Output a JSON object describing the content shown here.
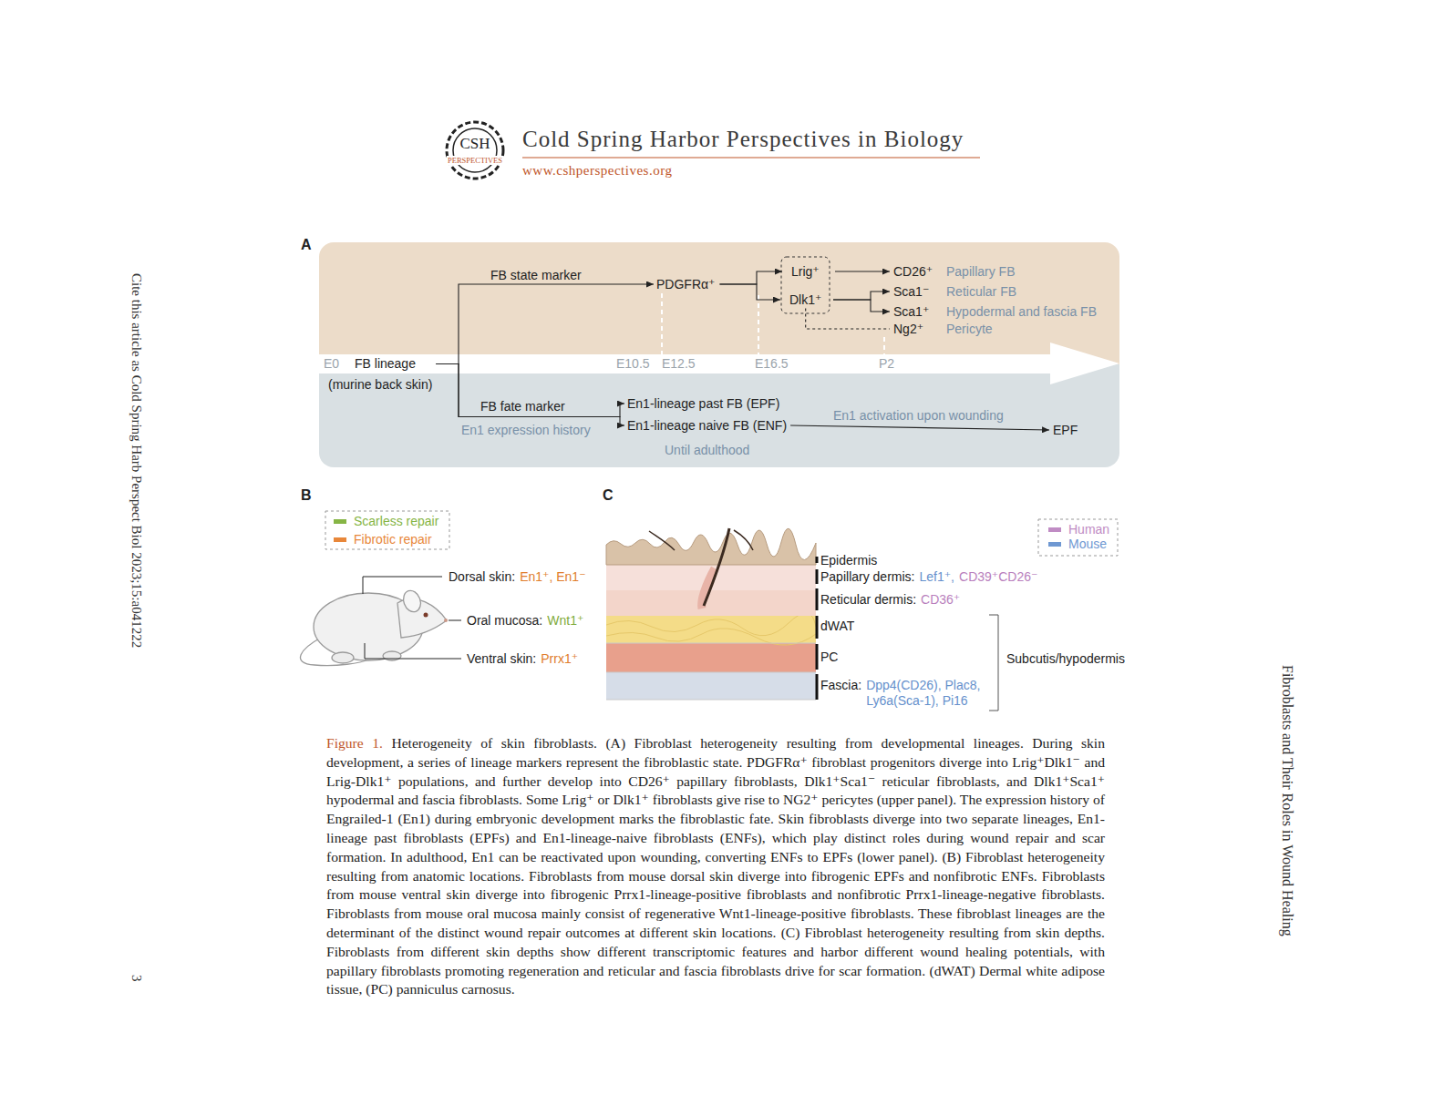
{
  "diagram": {
    "caption": "Figure 1. Heterogeneity of skin fibroblasts. (A) Fibroblast heterogeneity resulting from developmental lineages. During skin development, a series of lineage markers represent the fibroblastic state. PDGFRα⁺ fibroblast progenitors diverge into Lrig⁺Dlk1⁻ and Lrig-Dlk1⁺ populations, and further develop into CD26⁺ papillary fibroblasts, Dlk1⁺Sca1⁻ reticular fibroblasts, and Dlk1⁺Sca1⁺ hypodermal and fascia fibroblasts. Some Lrig⁺ or Dlk1⁺ fibroblasts give rise to NG2⁺ pericytes (upper panel). The expression history of Engrailed-1 (En1) during embryonic development marks the fibroblastic fate. Skin fibroblasts diverge into two separate lineages, En1-lineage past fibroblasts (EPFs) and En1-lineage-naive fibroblasts (ENFs), which play distinct roles during wound repair and scar formation. In adulthood, En1 can be reactivated upon wounding, converting ENFs to EPFs (lower panel). (B) Fibroblast heterogeneity resulting from anatomic locations. Fibroblasts from mouse dorsal skin diverge into fibrogenic EPFs and nonfibrotic ENFs. Fibroblasts from mouse ventral skin diverge into fibrogenic Prrx1-lineage-positive fibroblasts and nonfibrotic Prrx1-lineage-negative fibroblasts. Fibroblasts from mouse oral mucosa mainly consist of regenerative Wnt1-lineage-positive fibroblasts. These fibroblast lineages are the determinant of the distinct wound repair outcomes at different skin locations. (C) Fibroblast heterogeneity resulting from skin depths. Fibroblasts from different skin depths show different transcriptomic features and harbor different wound healing potentials, with papillary fibroblasts promoting regeneration and reticular and fascia fibroblasts drive for scar formation. (dWAT) Dermal white adipose tissue, (PC) panniculus carnosus.",
    "nodes": [
      {
        "text": [
          "FB lineage",
          "(murine back skin)"
        ]
      },
      {
        "text": [
          "PDGFRα⁺"
        ]
      },
      {
        "text": [
          "Lrig⁺"
        ]
      },
      {
        "text": [
          "Dlk1⁺"
        ]
      },
      {
        "text": [
          "CD26⁺",
          "Papillary FB"
        ]
      },
      {
        "text": [
          "Sca1⁻",
          "Reticular FB"
        ]
      },
      {
        "text": [
          "Sca1⁺",
          "Hypodermal and fascia FB"
        ]
      },
      {
        "text": [
          "Ng2⁺",
          "Pericyte"
        ]
      },
      {
        "text": [
          "En1-lineage past FB (EPF)"
        ]
      },
      {
        "text": [
          "En1-lineage naive FB (ENF)"
        ]
      },
      {
        "text": [
          "EPF"
        ]
      }
    ],
    "edges": [
      {
        "from": 0,
        "to": 1,
        "arrow": "to",
        "label": "FB state marker"
      },
      {
        "from": 1,
        "to": 2,
        "arrow": "to"
      },
      {
        "from": 1,
        "to": 3,
        "arrow": "to"
      },
      {
        "from": 2,
        "to": 4,
        "arrow": "to"
      },
      {
        "from": 3,
        "to": 5,
        "arrow": "to"
      },
      {
        "from": 3,
        "to": 6,
        "arrow": "to"
      },
      {
        "from": 3,
        "to": 7,
        "arrow": "none"
      },
      {
        "from": 0,
        "to": 8,
        "arrow": "to",
        "label": "FB fate marker"
      },
      {
        "from": 0,
        "to": 9,
        "arrow": "to"
      },
      {
        "from": 9,
        "to": 10,
        "arrow": "to",
        "label": "En1 activation upon wounding"
      }
    ],
    "labels": [
      "Cold Spring Harbor Perspectives in Biology",
      "www.cshperspectives.org",
      "CSH",
      "PERSPECTIVES",
      "Cite this article as Cold Spring Harb Perspect Biol 2023;15:a041222",
      "3",
      "Fibroblasts and Their Roles in Wound Healing",
      "A",
      "E0",
      "E10.5",
      "E12.5",
      "E16.5",
      "P2",
      "En1 expression history",
      "Until adulthood",
      "B",
      "Dorsal skin:",
      "En1⁺, En1⁻",
      "Oral mucosa:",
      "Wnt1⁺",
      "Ventral skin:",
      "Prrx1⁺",
      "C",
      "Epidermis",
      "Papillary dermis:",
      "Lef1⁺,",
      "CD39⁺CD26⁻",
      "Reticular dermis:",
      "CD36⁺",
      "dWAT",
      "PC",
      "Fascia:",
      "Dpp4(CD26), Plac8, Ly6a(Sca-1), Pi16",
      "Subcutis/hypodermis"
    ],
    "legend": [
      {
        "text": "Scarless repair",
        "color": "#86b545"
      },
      {
        "text": "Fibrotic repair",
        "color": "#e8873a"
      },
      {
        "text": "Human",
        "color": "#c08cc4"
      },
      {
        "text": "Mouse",
        "color": "#6f98d2"
      }
    ]
  }
}
